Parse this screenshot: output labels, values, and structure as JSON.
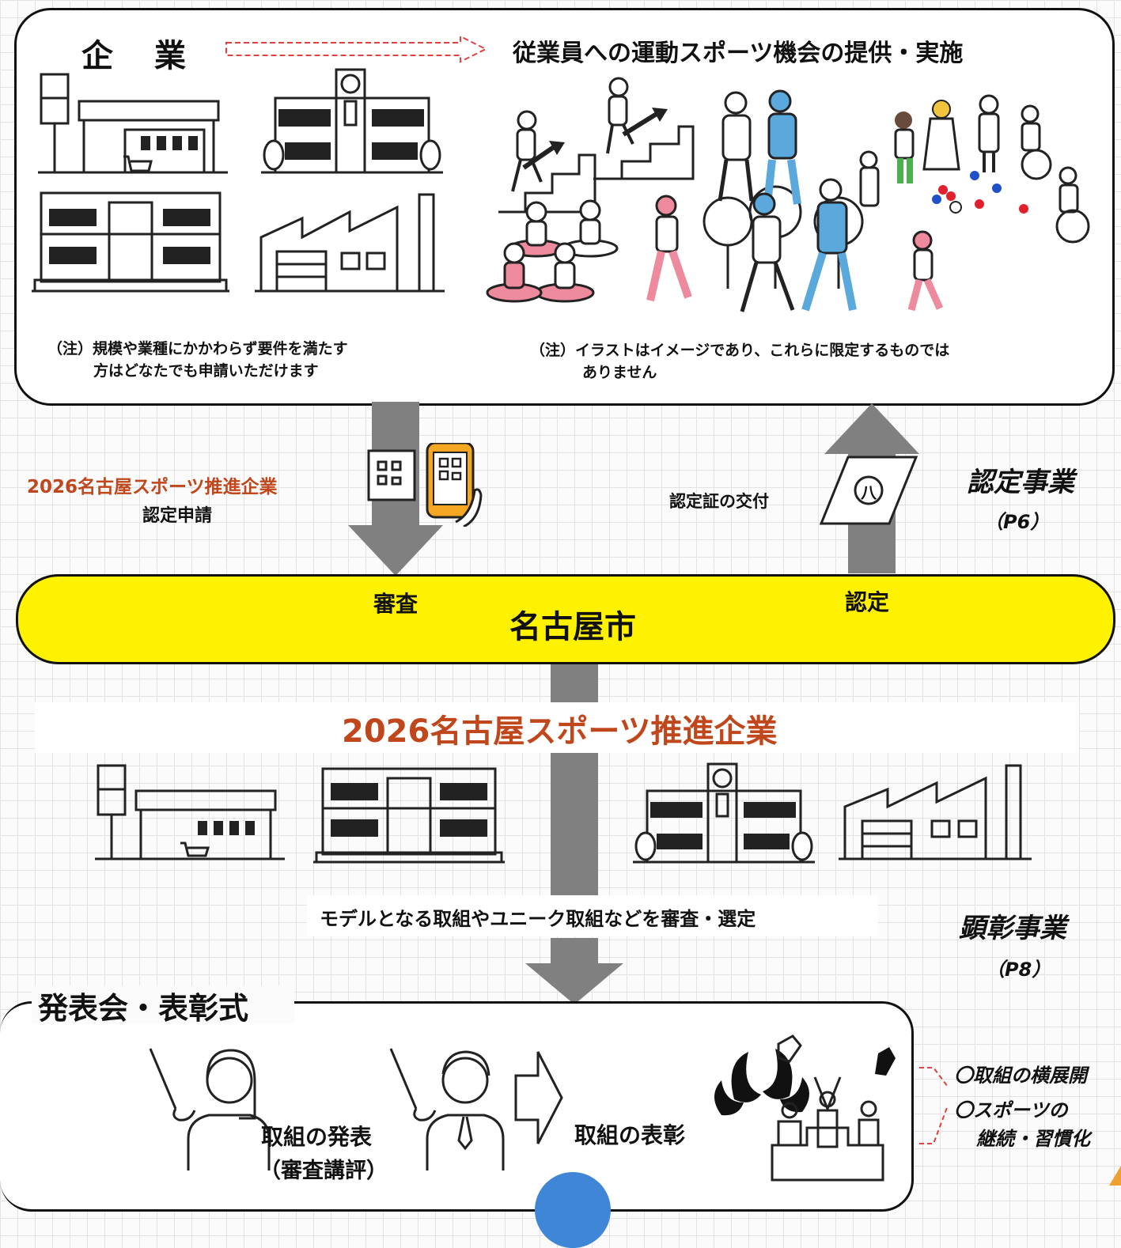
{
  "top": {
    "company_label": "企　業",
    "activity_label": "従業員への運動スポーツ機会の提供・実施",
    "note_left": [
      "（注）規模や業種にかかわらず要件を満たす",
      "方はどなたでも申請いただけます"
    ],
    "note_right": [
      "（注）イラストはイメージであり、これらに限定するものでは",
      "ありません"
    ]
  },
  "flow": {
    "apply_title": "2026名古屋スポーツ推進企業",
    "apply_sub": "認定申請",
    "issue_label": "認定証の交付",
    "cert_emblem": "八",
    "program_certify": "認定事業",
    "program_certify_page": "（P6）"
  },
  "city": {
    "name": "名古屋市",
    "review": "審査",
    "certify": "認定"
  },
  "enterprise": {
    "title": "2026名古屋スポーツ推進企業",
    "selection": "モデルとなる取組やユニーク取組などを審査・選定",
    "program_award": "顕彰事業",
    "program_award_page": "（P8）"
  },
  "ceremony": {
    "title": "発表会・表彰式",
    "presentation": "取組の発表",
    "presentation_sub": "（審査講評）",
    "award": "取組の表彰",
    "outcome_1": "〇取組の横展開",
    "outcome_2a": "〇スポーツの",
    "outcome_2b": "継続・習慣化"
  },
  "colors": {
    "city_band": "#fff200",
    "arrow": "#808080",
    "accent": "#c0461c",
    "dash": "#e04040"
  }
}
